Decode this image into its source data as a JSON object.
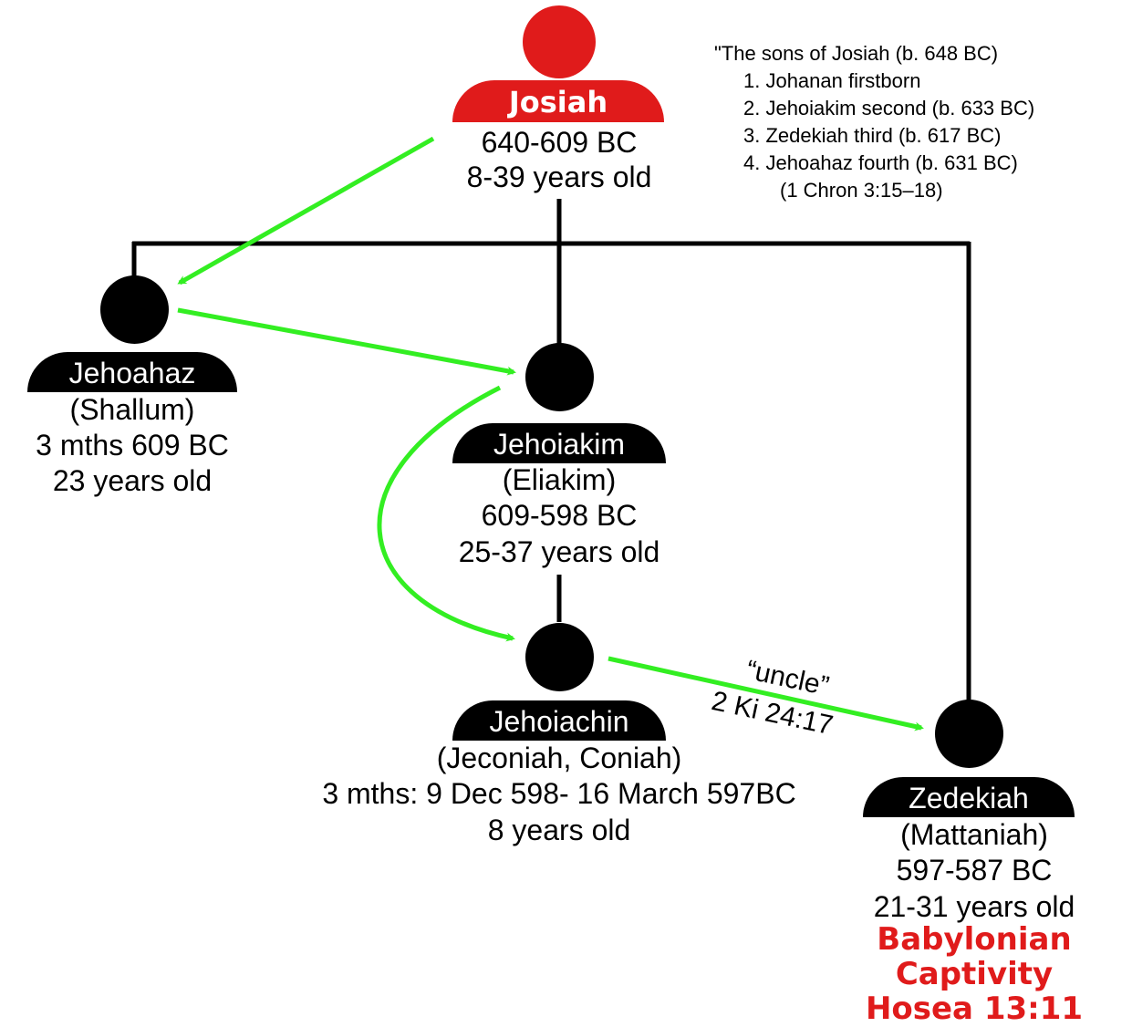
{
  "colors": {
    "accent": "#e01b1b",
    "arrow": "#33ee22",
    "figure": "#000000"
  },
  "tree": {
    "josiah": {
      "name": "Josiah",
      "reign": "640-609 BC",
      "age": "8-39 years old"
    },
    "jehoahaz": {
      "name": "Jehoahaz",
      "alias": "(Shallum)",
      "reign": "3 mths 609 BC",
      "age": "23 years old"
    },
    "jehoiakim": {
      "name": "Jehoiakim",
      "alias": "(Eliakim)",
      "reign": "609-598 BC",
      "age": "25-37 years old"
    },
    "jehoiachin": {
      "name": "Jehoiachin",
      "alias": "(Jeconiah, Coniah)",
      "reign": "3 mths: 9 Dec 598- 16 March 597BC",
      "age": "8 years old"
    },
    "zedekiah": {
      "name": "Zedekiah",
      "alias": "(Mattaniah)",
      "reign": "597-587 BC",
      "age": "21-31 years old"
    }
  },
  "captivity": {
    "line1": "Babylonian",
    "line2": "Captivity",
    "line3": "Hosea 13:11"
  },
  "annotation": {
    "line1": "“uncle”",
    "line2": "2 Ki 24:17"
  },
  "note": {
    "header": "\"The sons of Josiah (b. 648 BC)",
    "items": [
      "1. Johanan firstborn",
      "2. Jehoiakim second (b. 633 BC)",
      "3. Zedekiah third (b. 617 BC)",
      "4. Jehoahaz fourth (b. 631 BC)"
    ],
    "reference": "(1 Chron 3:15–18)"
  }
}
